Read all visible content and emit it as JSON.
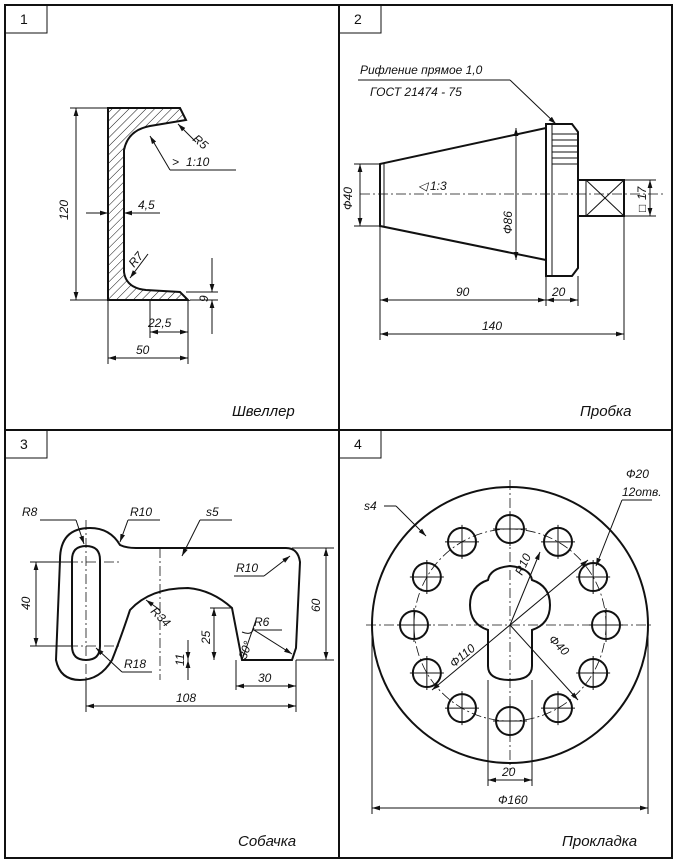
{
  "panels": [
    {
      "number": "1",
      "caption": "Швеллер",
      "dims": {
        "r5": "R5",
        "slope": "1:10",
        "h120": "120",
        "t45": "4,5",
        "r7": "R7",
        "d9": "9",
        "d225": "22,5",
        "w50": "50"
      }
    },
    {
      "number": "2",
      "caption": "Пробка",
      "note_line1": "Рифление прямое 1,0",
      "note_line2": "ГОСТ 21474 - 75",
      "dims": {
        "d40": "Ф40",
        "taper": "1:3",
        "d86": "Ф86",
        "sq17": "17",
        "l90": "90",
        "l20": "20",
        "l140": "140"
      }
    },
    {
      "number": "3",
      "caption": "Собачка",
      "dims": {
        "r8": "R8",
        "r10a": "R10",
        "s5": "s5",
        "r10b": "R10",
        "h40": "40",
        "r34": "R34",
        "h25": "25",
        "r6": "R6",
        "h60": "60",
        "h11": "11",
        "a30": "30°",
        "l30": "30",
        "r18": "R18",
        "l108": "108"
      }
    },
    {
      "number": "4",
      "caption": "Прокладка",
      "dims": {
        "holes_dia": "Ф20",
        "holes_count": "12отв.",
        "s4": "s4",
        "r10": "R10",
        "d110": "Ф110",
        "d40": "Ф40",
        "w20": "20",
        "d160": "Ф160"
      }
    }
  ]
}
